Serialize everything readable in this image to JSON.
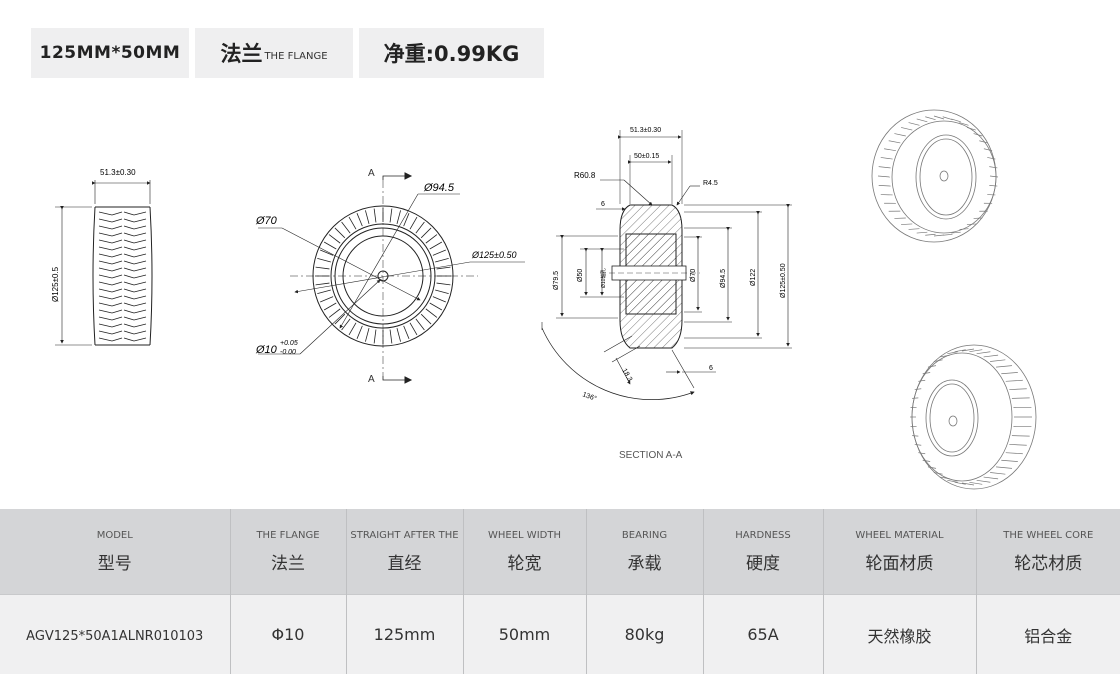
{
  "tags": {
    "size": "125MM*50MM",
    "flange_cn": "法兰",
    "flange_en": "THE FLANGE",
    "weight": "净重:0.99KG"
  },
  "drawing": {
    "side": {
      "width_dim": "51.3±0.30",
      "dia_dim": "Ø125±0.5"
    },
    "front": {
      "section_mark_top": "A",
      "section_mark_bottom": "A",
      "d94": "Ø94.5",
      "d70": "Ø70",
      "d125": "Ø125±0.50",
      "d10": "Ø10",
      "d10_tol_up": "+0.05",
      "d10_tol_down": "-0.00"
    },
    "section": {
      "top_width": "51.3±0.30",
      "inner_width": "50±0.15",
      "r60": "R60.8",
      "r45": "R4.5",
      "six_top": "6",
      "six_bottom": "6",
      "d795": "Ø79.5",
      "d50": "Ø50",
      "d10_bore": "Ø10轴孔",
      "d70": "Ø70",
      "d945": "Ø94.5",
      "d122": "Ø122",
      "d125": "Ø125±0.50",
      "dim183": "18.3",
      "angle": "136°",
      "caption": "SECTION A-A"
    }
  },
  "table": {
    "headers": [
      {
        "en": "MODEL",
        "cn": "型号"
      },
      {
        "en": "THE FLANGE",
        "cn": "法兰"
      },
      {
        "en": "STRAIGHT AFTER THE",
        "cn": "直经"
      },
      {
        "en": "WHEEL WIDTH",
        "cn": "轮宽"
      },
      {
        "en": "BEARING",
        "cn": "承载"
      },
      {
        "en": "HARDNESS",
        "cn": "硬度"
      },
      {
        "en": "WHEEL MATERIAL",
        "cn": "轮面材质"
      },
      {
        "en": "THE WHEEL CORE",
        "cn": "轮芯材质"
      }
    ],
    "row": [
      "AGV125*50A1ALNR010103",
      "Φ10",
      "125mm",
      "50mm",
      "80kg",
      "65A",
      "天然橡胶",
      "铝合金"
    ]
  }
}
